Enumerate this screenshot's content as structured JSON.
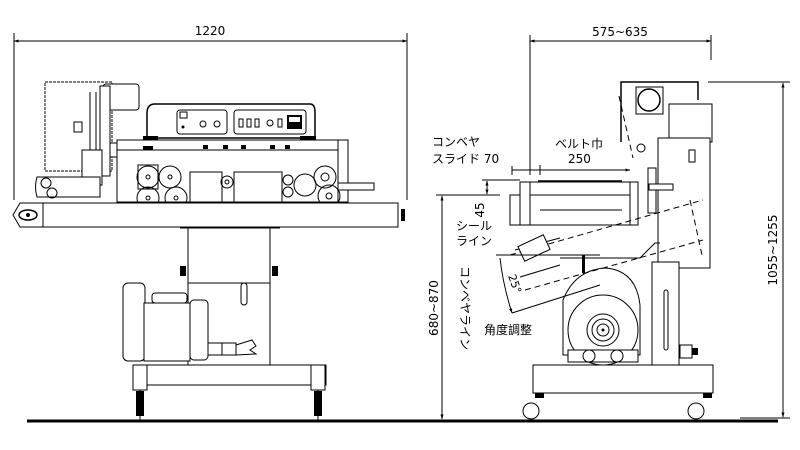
{
  "drawing": {
    "title": "Continuous band sealer with conveyor - front and side elevation",
    "front_view": {
      "overall_length": "1220"
    },
    "side_view": {
      "overall_depth": "575~635",
      "conveyor_slide_label_line1": "コンベヤ",
      "conveyor_slide_label_line2": "スライド 70",
      "belt_width_label": "ベルト巾",
      "belt_width_value": "250",
      "seal_offset_value": "45",
      "seal_line_label_line1": "シール",
      "seal_line_label_line2": "ライン",
      "conveyor_line_height": "680~870",
      "conveyor_line_label": "コンベヤライン",
      "tilt_angle": "25°",
      "angle_adjust_label": "角度調整",
      "overall_height": "1055~1255"
    }
  }
}
